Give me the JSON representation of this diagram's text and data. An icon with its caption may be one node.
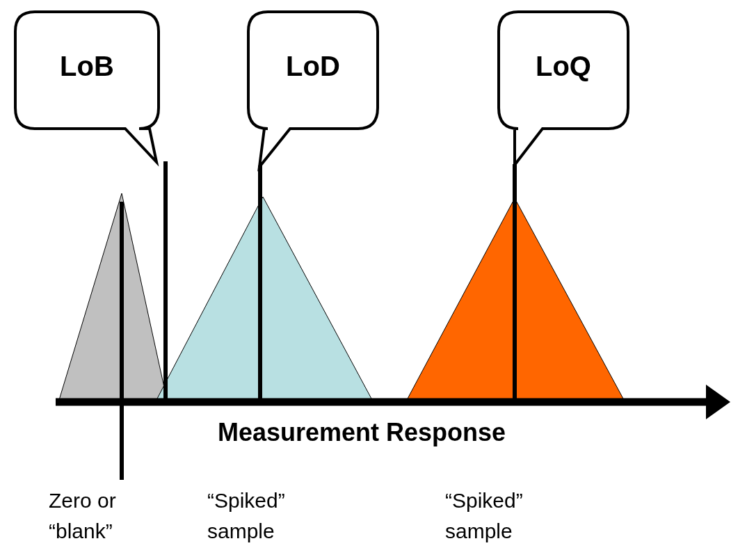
{
  "diagram": {
    "nodes": [
      {
        "text": [
          "LoB"
        ]
      },
      {
        "text": [
          "LoD"
        ]
      },
      {
        "text": [
          "LoQ"
        ]
      }
    ],
    "labels": [
      "Measurement Response",
      "Zero or “blank”",
      "“Spiked” sample",
      "“Spiked” sample"
    ]
  }
}
